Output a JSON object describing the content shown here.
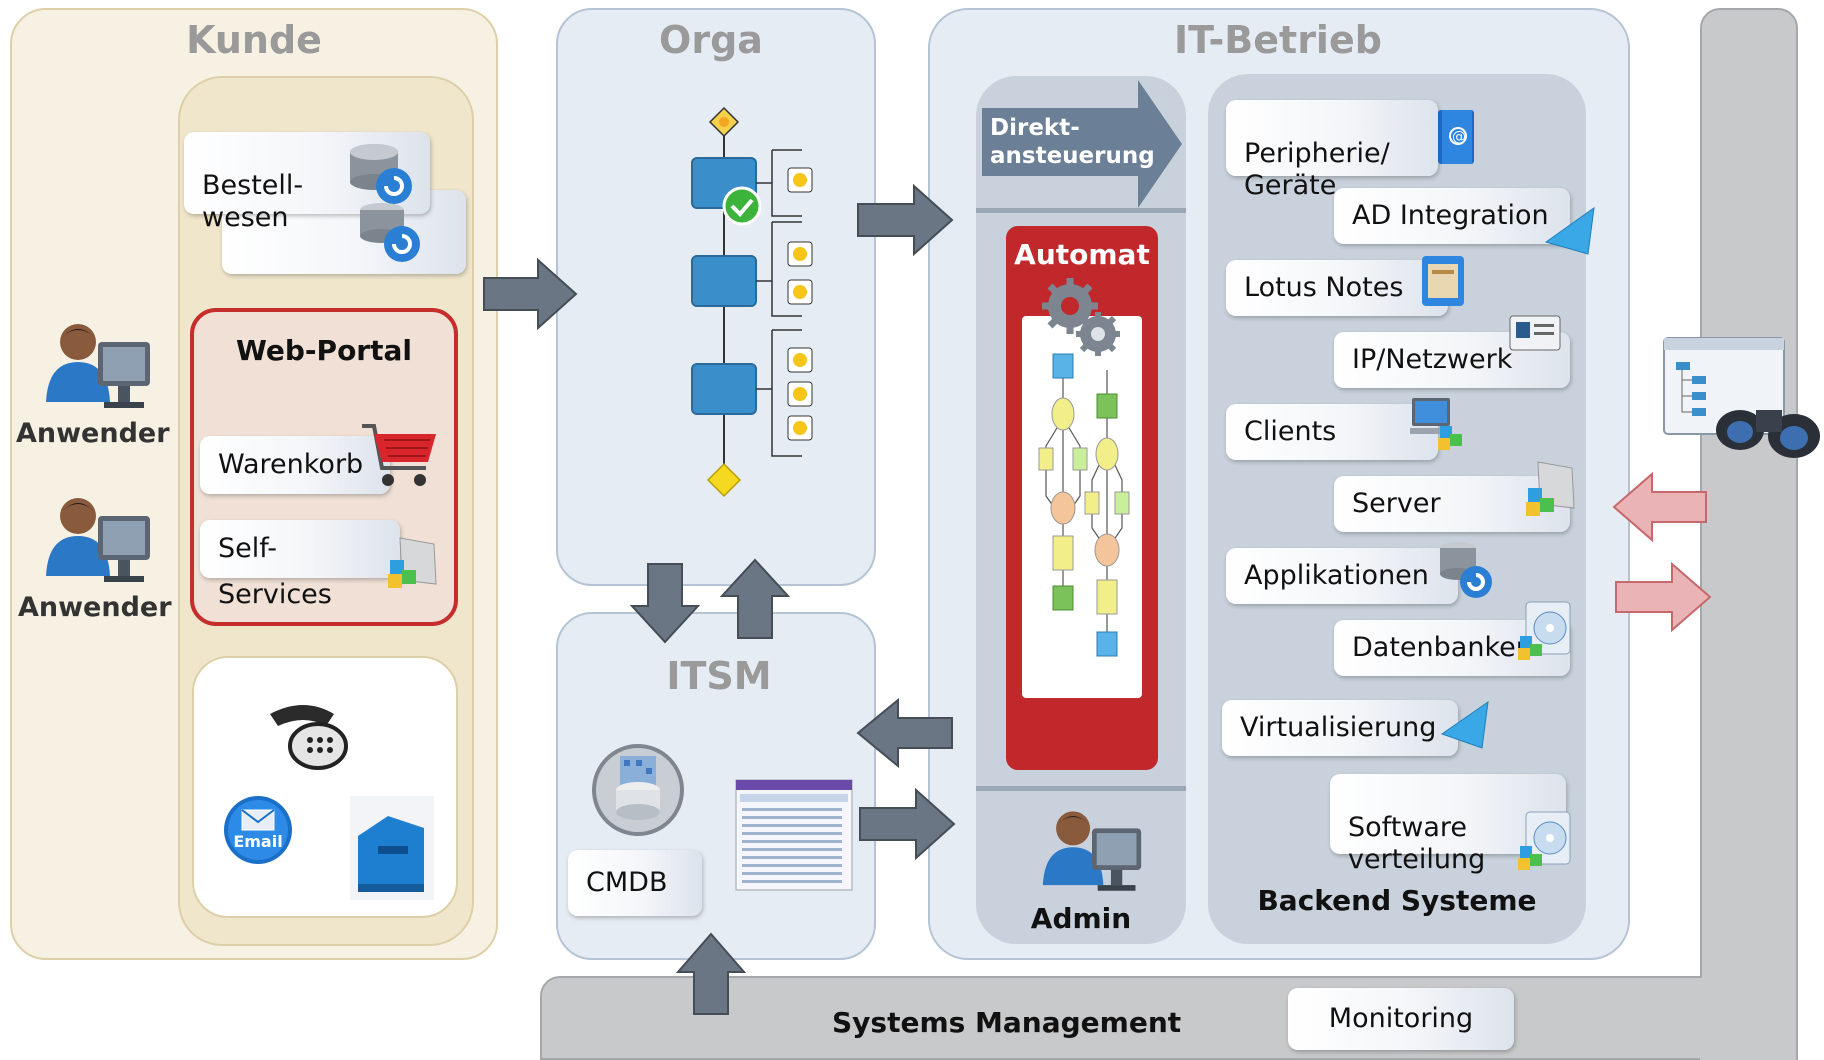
{
  "kunde": {
    "title": "Kunde",
    "user1": "Anwender",
    "user2": "Anwender",
    "bestellwesen": "Bestell-\nwesen",
    "web_portal": {
      "title": "Web-Portal",
      "warenkorb": "Warenkorb",
      "self_services": "Self-Services"
    },
    "email_icon_text": "Email"
  },
  "orga": {
    "title": "Orga"
  },
  "itsm": {
    "title": "ITSM",
    "cmdb": "CMDB"
  },
  "it_betrieb": {
    "title": "IT-Betrieb",
    "direkt": "Direkt-\nansteuerung",
    "automat": "Automat",
    "admin": "Admin",
    "backend_title": "Backend Systeme",
    "backend_items": [
      "Peripherie/\nGeräte",
      "AD Integration",
      "Lotus Notes",
      "IP/Netzwerk",
      "Clients",
      "Server",
      "Applikationen",
      "Datenbanken",
      "Virtualisierung",
      "Software\nverteilung"
    ]
  },
  "systems_management": {
    "title": "Systems Management",
    "monitoring": "Monitoring"
  },
  "colors": {
    "kunde_bg": "#f6f1e3",
    "orga_bg": "#e6ecf3",
    "automat_red": "#c0282b",
    "portal_border": "#c62d2d",
    "arrow_gray": "#6b7684",
    "arrow_pink": "#e8a3a6",
    "sm_gray": "#c8c9cb"
  }
}
